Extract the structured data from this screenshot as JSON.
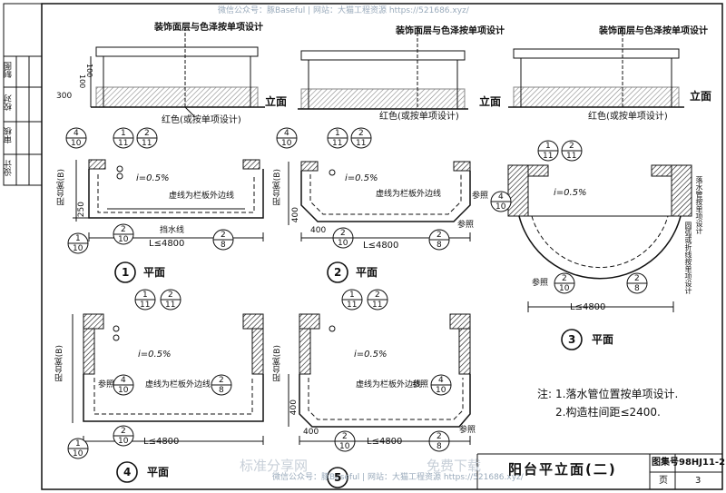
{
  "watermark_top": "微信公众号：豚Baseful | 网站：大猫工程资源 https://521686.xyz/",
  "watermark_bottom_left": "标准分享网",
  "watermark_bottom_mid": "微信公众号：豚Baseful | 网站：大猫工程资源 https://521686.xyz/",
  "watermark_bottom_right": "免费下载",
  "elevation": {
    "finish_label": "装饰面层与色泽按单项设计",
    "red_label": "红色(或按单项设计)",
    "title": "立面",
    "dim_300": "300",
    "dim_100a": "100",
    "dim_100b": "100"
  },
  "callouts": {
    "c4_10_top": "4",
    "c4_10_bot": "10",
    "c1_11_top": "1",
    "c1_11_bot": "11",
    "c2_11_top": "2",
    "c2_11_bot": "11",
    "c1_10_top": "1",
    "c1_10_bot": "10",
    "c2_10_top": "2",
    "c2_10_bot": "10",
    "c2_8_top": "2",
    "c2_8_bot": "8"
  },
  "plans": {
    "slope": "i=0.5%",
    "edge_label": "虚线为栏板外边线",
    "gutter_label": "挡水线",
    "refer": "参照",
    "width_label": "阳台宽(B)",
    "length_label": "L≤4800",
    "dim_250": "250",
    "dim_400": "400",
    "plan_title": "平面",
    "n1": "1",
    "n2": "2",
    "n3": "3",
    "n4": "4",
    "n5": "5",
    "drain_note": "落水管按单项设计",
    "hole_note": "圆弧或折线按单项设计"
  },
  "notes": {
    "label": "注:",
    "line1": "1.落水管位置按单项设计.",
    "line2": "2.构造柱间距≤2400."
  },
  "title_block": {
    "title": "阳台平立面(二)",
    "atlas_label": "图集号",
    "atlas_no": "98HJ11-2",
    "page_label": "页",
    "page_no": "3"
  },
  "stamp": {
    "r1": "审核",
    "r2": "校对",
    "r3": "设计",
    "r4": "制图"
  }
}
